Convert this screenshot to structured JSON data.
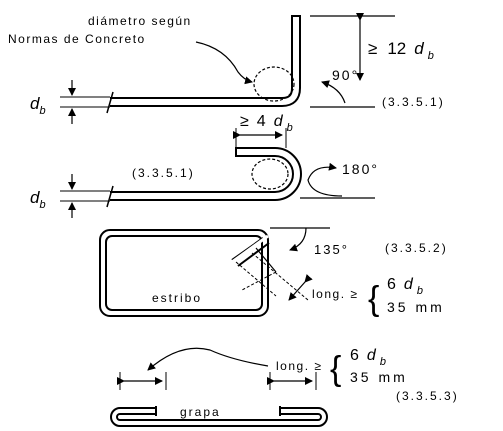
{
  "hook90": {
    "note_line1": "diámetro según",
    "note_line2": "Normas de Concreto",
    "dim_ge": "≥",
    "dim_num": "12",
    "d": "d",
    "sub": "b",
    "angle": "90°",
    "ref": "(3.3.5.1)"
  },
  "hook180": {
    "dim_ge": "≥",
    "dim_num": "4",
    "d": "d",
    "sub": "b",
    "angle": "180°",
    "ref": "(3.3.5.1)"
  },
  "stirrup": {
    "label": "estribo",
    "angle": "135°",
    "ref": "(3.3.5.2)",
    "len_label": "long. ≥",
    "opt1_num": "6",
    "opt1_d": "d",
    "opt1_sub": "b",
    "opt2": "35 mm"
  },
  "crosstie": {
    "label": "grapa",
    "len_label": "long. ≥",
    "opt1_num": "6",
    "opt1_d": "d",
    "opt1_sub": "b",
    "opt2": "35 mm",
    "ref": "(3.3.5.3)"
  }
}
